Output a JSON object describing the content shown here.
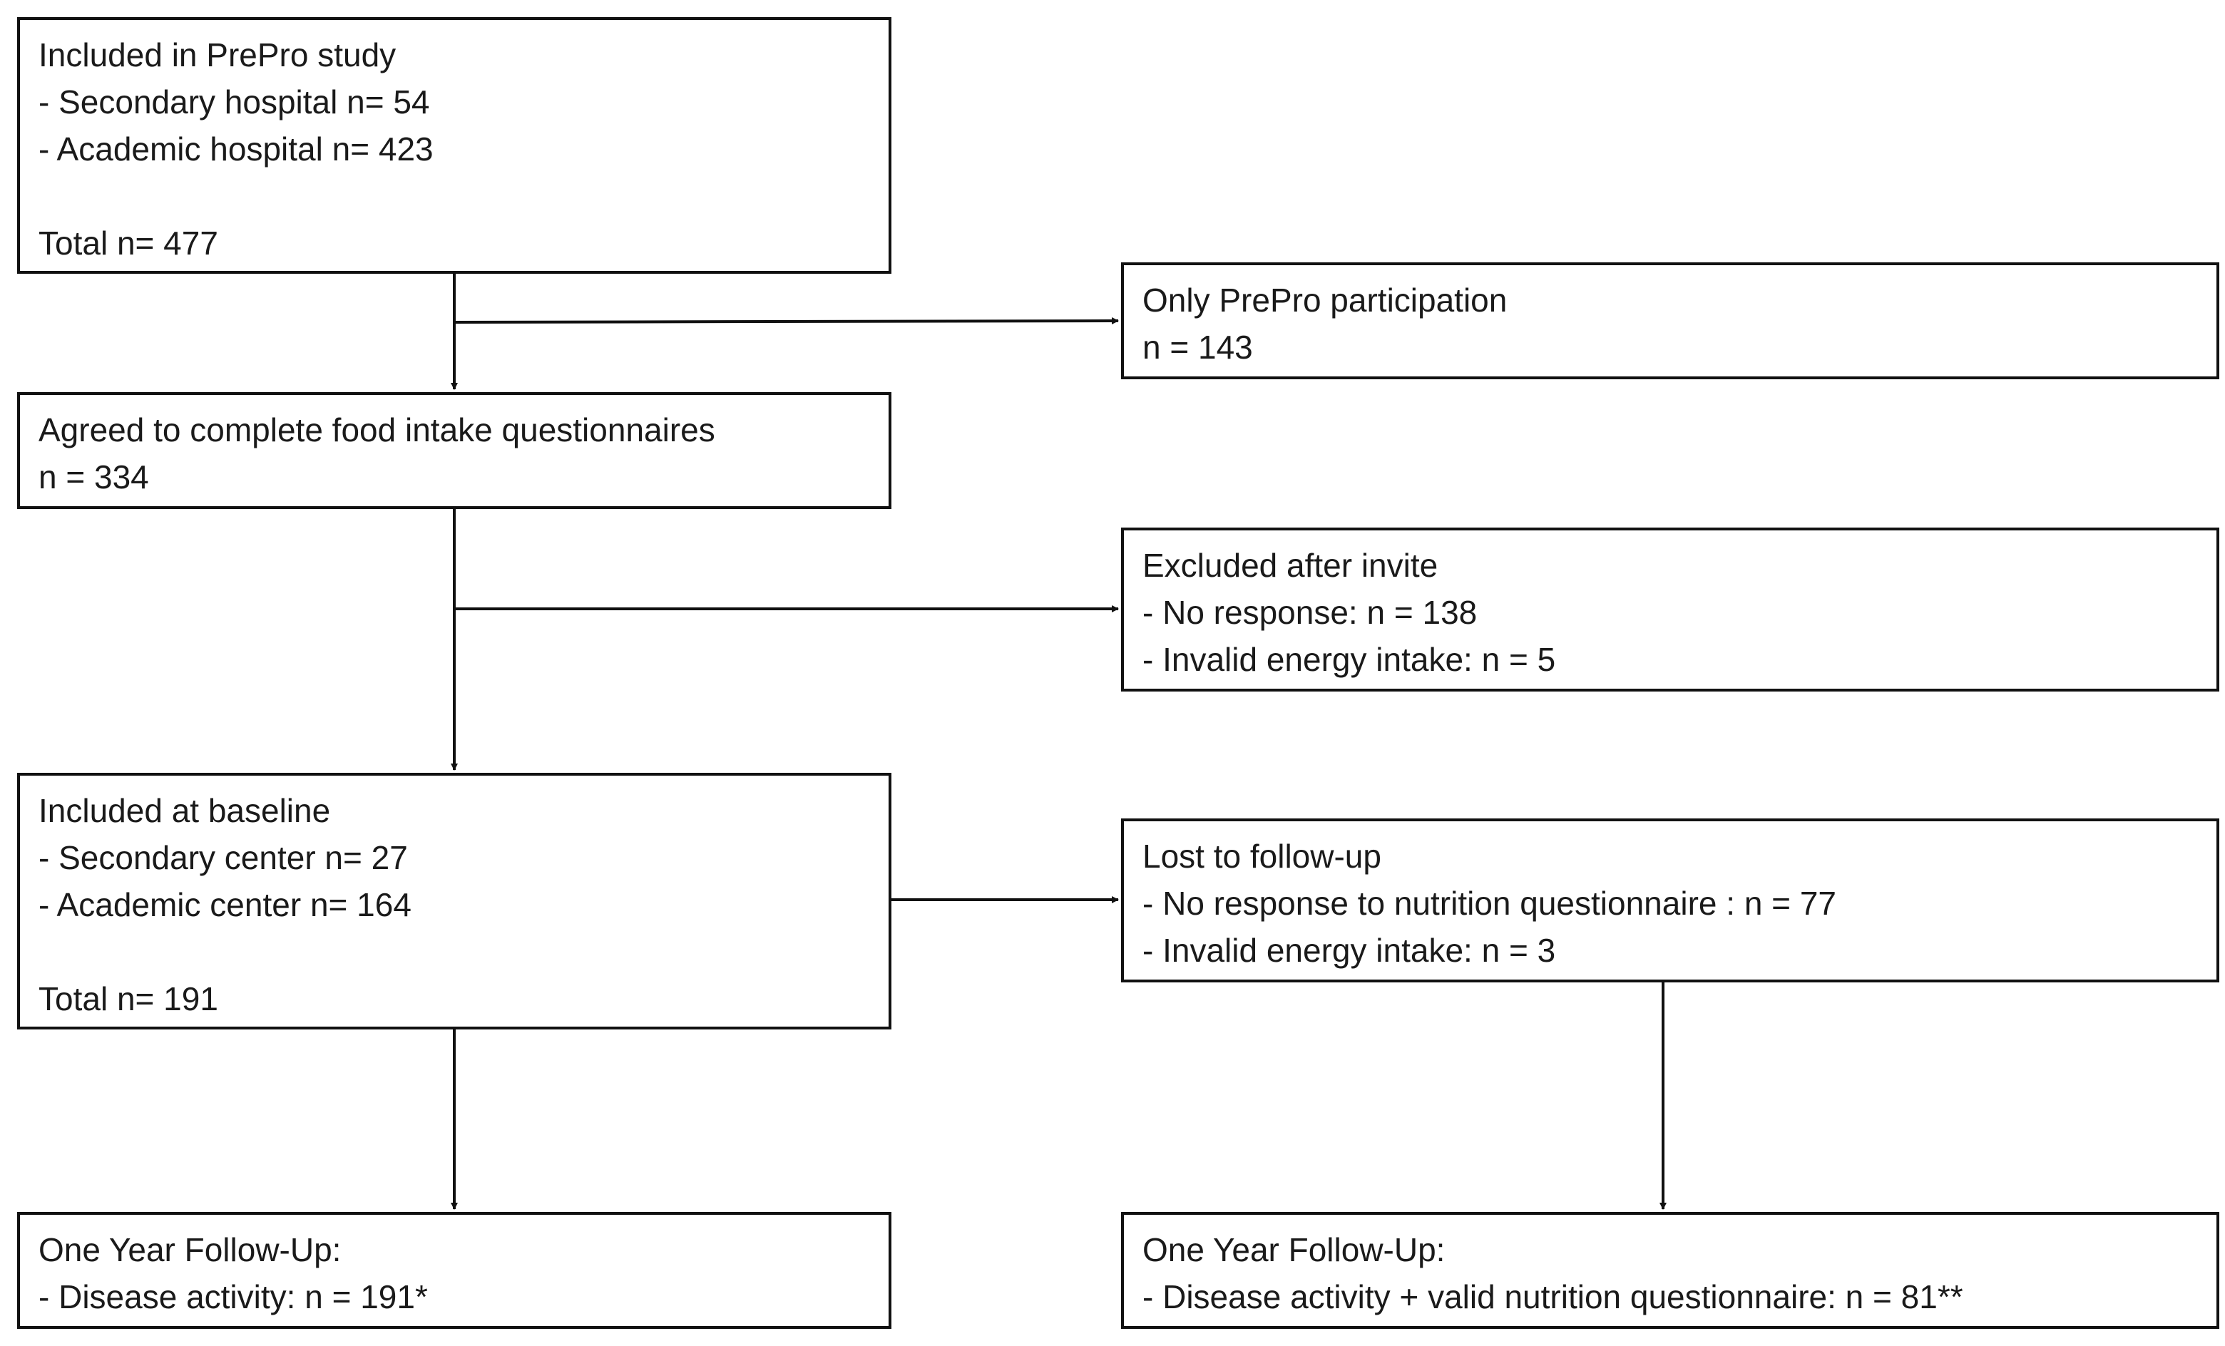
{
  "boxes": {
    "included_prepro": {
      "title": "Included in PrePro study",
      "line1": "- Secondary hospital n= 54",
      "line2": "- Academic hospital n= 423",
      "total": "Total n= 477"
    },
    "only_prepro": {
      "title": "Only PrePro participation",
      "count": "n = 143"
    },
    "agreed": {
      "title": "Agreed to complete food intake questionnaires",
      "count": "n = 334"
    },
    "excluded": {
      "title": "Excluded after invite",
      "line1": "- No response: n = 138",
      "line2": "- Invalid energy intake: n = 5"
    },
    "baseline": {
      "title": "Included at baseline",
      "line1": "- Secondary center n= 27",
      "line2": "- Academic center n= 164",
      "total": "Total n= 191"
    },
    "lost": {
      "title": "Lost to follow-up",
      "line1": "- No response to nutrition questionnaire : n = 77",
      "line2": "- Invalid energy intake: n = 3"
    },
    "followup_left": {
      "title": "One Year Follow-Up:",
      "line1": "- Disease activity: n = 191*"
    },
    "followup_right": {
      "title": "One Year Follow-Up:",
      "line1": "- Disease activity + valid nutrition questionnaire: n = 81**"
    }
  },
  "colors": {
    "stroke": "#111111",
    "background": "#ffffff",
    "text": "#1a1a1a"
  }
}
